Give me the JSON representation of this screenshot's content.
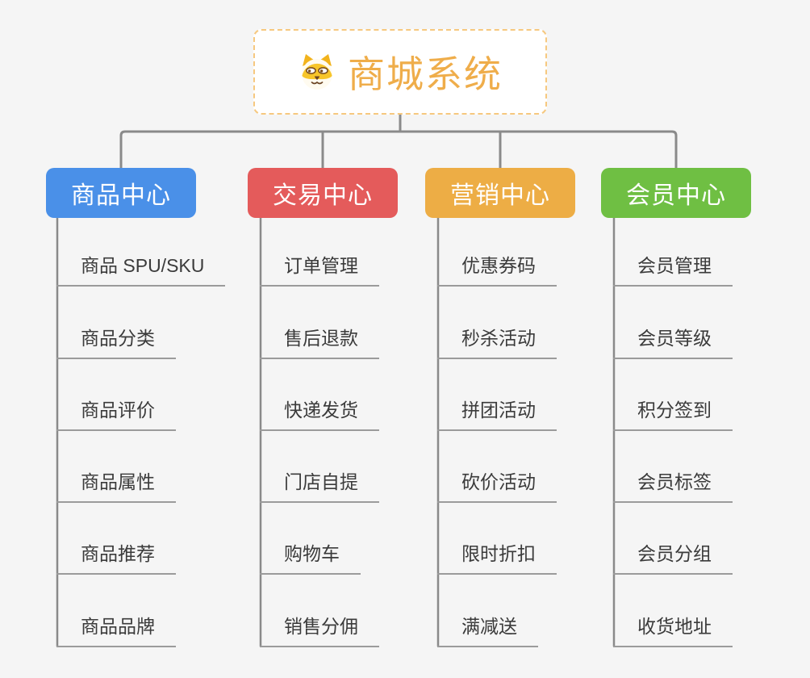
{
  "root": {
    "title": "商城系统",
    "icon": "doge-face-icon"
  },
  "branches": [
    {
      "label": "商品中心",
      "color": "#4a90e8",
      "items": [
        "商品 SPU/SKU",
        "商品分类",
        "商品评价",
        "商品属性",
        "商品推荐",
        "商品品牌"
      ]
    },
    {
      "label": "交易中心",
      "color": "#e45b5b",
      "items": [
        "订单管理",
        "售后退款",
        "快递发货",
        "门店自提",
        "购物车",
        "销售分佣"
      ]
    },
    {
      "label": "营销中心",
      "color": "#edad45",
      "items": [
        "优惠券码",
        "秒杀活动",
        "拼团活动",
        "砍价活动",
        "限时折扣",
        "满减送"
      ]
    },
    {
      "label": "会员中心",
      "color": "#6fbf43",
      "items": [
        "会员管理",
        "会员等级",
        "积分签到",
        "会员标签",
        "会员分组",
        "收货地址"
      ]
    }
  ],
  "colors": {
    "background": "#f5f5f5",
    "root_border": "#f6c87f",
    "root_title": "#efad4a",
    "connector": "#8a8a8a",
    "leaf_underline": "#9b9b9b",
    "leaf_text": "#3b3b3b"
  }
}
